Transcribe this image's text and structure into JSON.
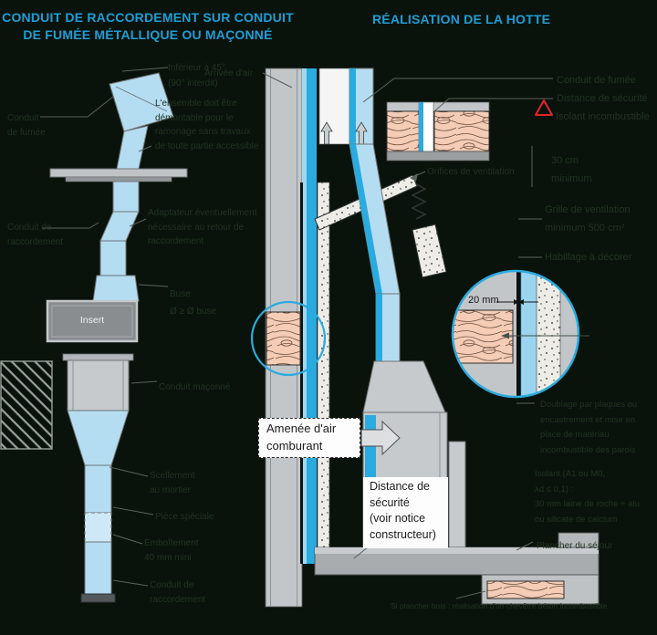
{
  "titles": {
    "left": "CONDUIT DE RACCORDEMENT SUR CONDUIT\nDE FUMÉE MÉTALLIQUE OU MAÇONNÉ",
    "right": "RÉALISATION DE LA HOTTE"
  },
  "left_diagram": {
    "labels": {
      "flue": "Conduit\nde fumée",
      "angle": "Inférieur à 45°\n(90° interdit)",
      "dismantle": "L'ensemble doit être\ndémontable pour le\nramonage sans travaux\nde toute partie accessible",
      "connector": "Conduit de\nraccordement",
      "adapter": "Adaptateur éventuellement\nnécessaire au retour de\nraccordement",
      "spigot": "Buse",
      "spigot_diameter": "Ø ≥ Ø buse",
      "insert": "Insert",
      "masonry_flue": "Conduit maçonné",
      "sealing": "Scellement\nau mortier",
      "special_piece": "Pièce spéciale",
      "engagement": "Emboîtement\n40 mm mini",
      "connector_bottom": "Conduit de\nraccordement"
    }
  },
  "right_diagram": {
    "labels": {
      "air_inlet": "Arrivée d'air",
      "flue": "Conduit de fumée",
      "safety_distance": "Distance de sécurité",
      "incombustible_screen": "Isolant incombustible",
      "min_30cm": "30 cm\nminimum",
      "vent_grille": "Grille de ventilation\nminimum 500 cm²",
      "cladding": "Habillage à décorer",
      "vents": "Orifices de ventilation",
      "air_supply": "Amenée d'air\ncomburant",
      "safety_notice": "Distance de\nsécurité\n(voir notice\nconstructeur)",
      "gap_20mm": "20 mm",
      "lining": "Doublage par plaques ou\nencastrement et mise en\nplace de matériau\nincombustible des parois",
      "insulant": "Isolant (A1 ou M0,\nλd ≤ 0,1) :\n30 mm laine de roche + alu\nou silicate de calcium",
      "floor": "Plancher du séjour",
      "joist_note": "Si plancher bois : réalisation d'un chevêtre béton incombustible"
    }
  },
  "colors": {
    "background": "#0a130b",
    "title": "#1e9ed8",
    "diagram_blue": "#2aabe0",
    "duct_blue": "#b5ddf2",
    "warning_red": "#e3242b",
    "label": "#203321"
  }
}
